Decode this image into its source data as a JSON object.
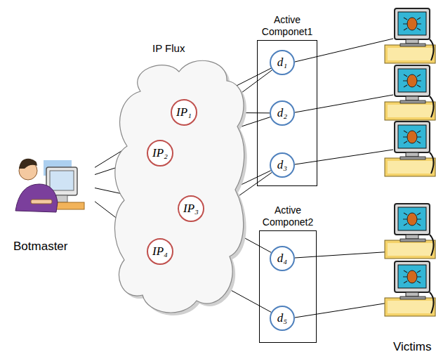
{
  "diagram": {
    "nodes": [
      {
        "text": [
          "Botmaster"
        ]
      },
      {
        "text": [
          "IP Flux"
        ]
      },
      {
        "text": [
          "IP₁"
        ],
        "in": 1
      },
      {
        "text": [
          "IP₂"
        ],
        "in": 1
      },
      {
        "text": [
          "IP₃"
        ],
        "in": 1
      },
      {
        "text": [
          "IP₄"
        ],
        "in": 1
      },
      {
        "text": [
          "Active Componet1"
        ]
      },
      {
        "text": [
          "d₁"
        ],
        "in": 6
      },
      {
        "text": [
          "d₂"
        ],
        "in": 6
      },
      {
        "text": [
          "d₃"
        ],
        "in": 6
      },
      {
        "text": [
          "Active Componet2"
        ]
      },
      {
        "text": [
          "d₄"
        ],
        "in": 10
      },
      {
        "text": [
          "d₅"
        ],
        "in": 10
      }
    ],
    "edges": [
      {
        "from": 0,
        "to": 2,
        "arrow": "none"
      },
      {
        "from": 0,
        "to": 3,
        "arrow": "none"
      },
      {
        "from": 0,
        "to": 4,
        "arrow": "none"
      },
      {
        "from": 0,
        "to": 5,
        "arrow": "none"
      },
      {
        "from": 2,
        "to": 7,
        "arrow": "none"
      },
      {
        "from": 2,
        "to": 8,
        "arrow": "none"
      },
      {
        "from": 3,
        "to": 7,
        "arrow": "none"
      },
      {
        "from": 3,
        "to": 8,
        "arrow": "none"
      },
      {
        "from": 4,
        "to": 9,
        "arrow": "none"
      },
      {
        "from": 4,
        "to": 11,
        "arrow": "none"
      },
      {
        "from": 5,
        "to": 9,
        "arrow": "none"
      },
      {
        "from": 5,
        "to": 12,
        "arrow": "none"
      }
    ],
    "labels": [
      "Victims"
    ]
  }
}
